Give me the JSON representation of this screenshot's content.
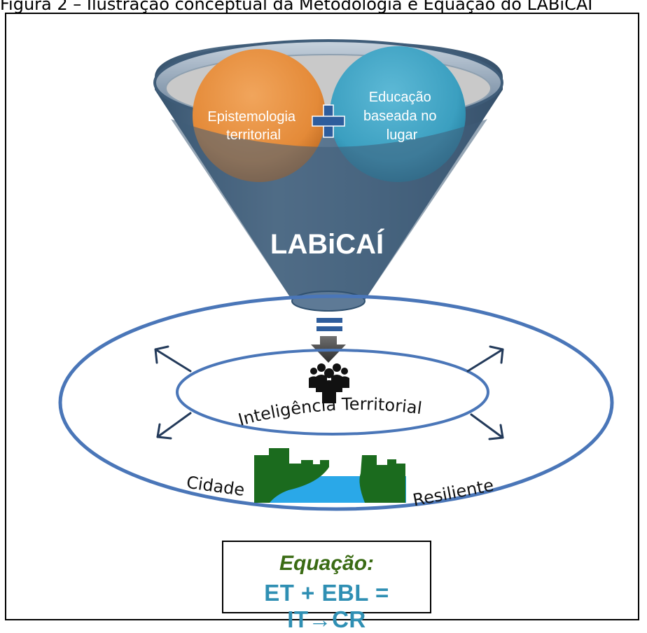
{
  "caption": "Figura 2 – Ilustração conceptual da Metodologia e Equação do LABiCAÍ",
  "funnel": {
    "left_circle_label": [
      "Epistemologia",
      "territorial"
    ],
    "right_circle_label": [
      "Educação",
      "baseada no",
      "lugar"
    ],
    "center_label": "LABiCAÍ"
  },
  "ring": {
    "inner_label": "Inteligência Territorial",
    "outer_left_label": "Cidade",
    "outer_right_label": "Resiliente"
  },
  "equation": {
    "title": "Equação:",
    "formula": "ET + EBL = IT→CR"
  },
  "colors": {
    "orange": "#e48a38",
    "teal": "#3b9fc0",
    "funnel": "#3f5c78",
    "ring": "#4a76b8",
    "green": "#1b6b1e",
    "water": "#2aa8e8",
    "eq_green": "#3a6b14",
    "eq_blue": "#2f8fb3"
  }
}
